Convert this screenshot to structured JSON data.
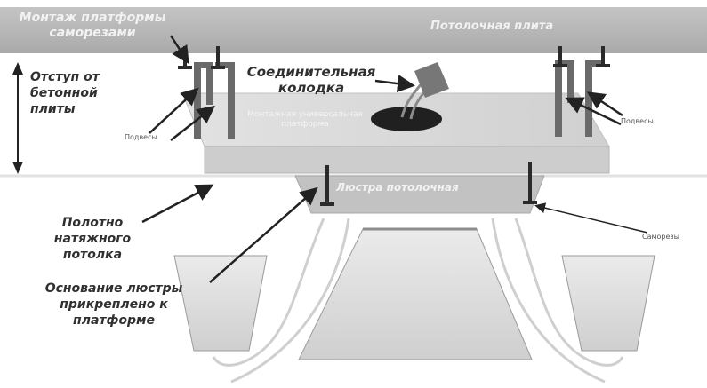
{
  "labels": {
    "platform_mount": "Монтаж платформы\nсаморезами",
    "ceiling_slab": "Потолочная плита",
    "offset_from_slab": "Отступ от\nбетонной\nплиты",
    "connector_block": "Соединительная\nколодка",
    "hangers_left": "Подвесы",
    "hangers_right": "Подвесы",
    "platform_caption": "Монтажная универсальная\nплатформа",
    "ceiling_fixture_base": "Люстра потолочная",
    "self_tappers": "Саморезы",
    "stretch_ceiling_sheet": "Полотно\nнатяжного\nпотолка",
    "fixture_base_attached": "Основание люстры\nприкреплено к\nплатформе"
  },
  "colors": {
    "slab": "#b8b8b8",
    "platform": "#d4d4d4",
    "fixture_base": "#c0c0c0",
    "screw": "#2a2a2a",
    "hanger": "#6a6a6a"
  }
}
